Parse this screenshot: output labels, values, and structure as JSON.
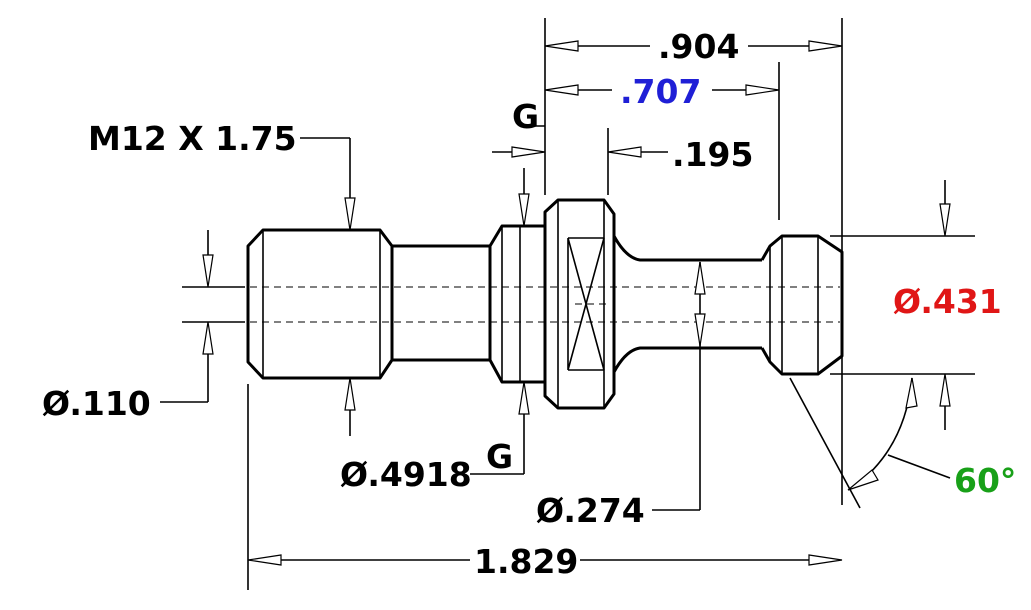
{
  "dimensions": {
    "overall_length": ".904",
    "inner_length": ".707",
    "flange_width": ".195",
    "total_length": "1.829",
    "thread_spec": "M12 X 1.75",
    "bore_dia": "Ø.110",
    "collar_dia": "Ø.4918",
    "neck_dia": "Ø.274",
    "head_dia": "Ø.431",
    "angle": "60°",
    "gauge_top": "G",
    "gauge_bottom": "G"
  },
  "colors": {
    "default": "#000000",
    "inner_length": "#1f1fd6",
    "head_dia": "#e01616",
    "angle": "#18a018"
  }
}
